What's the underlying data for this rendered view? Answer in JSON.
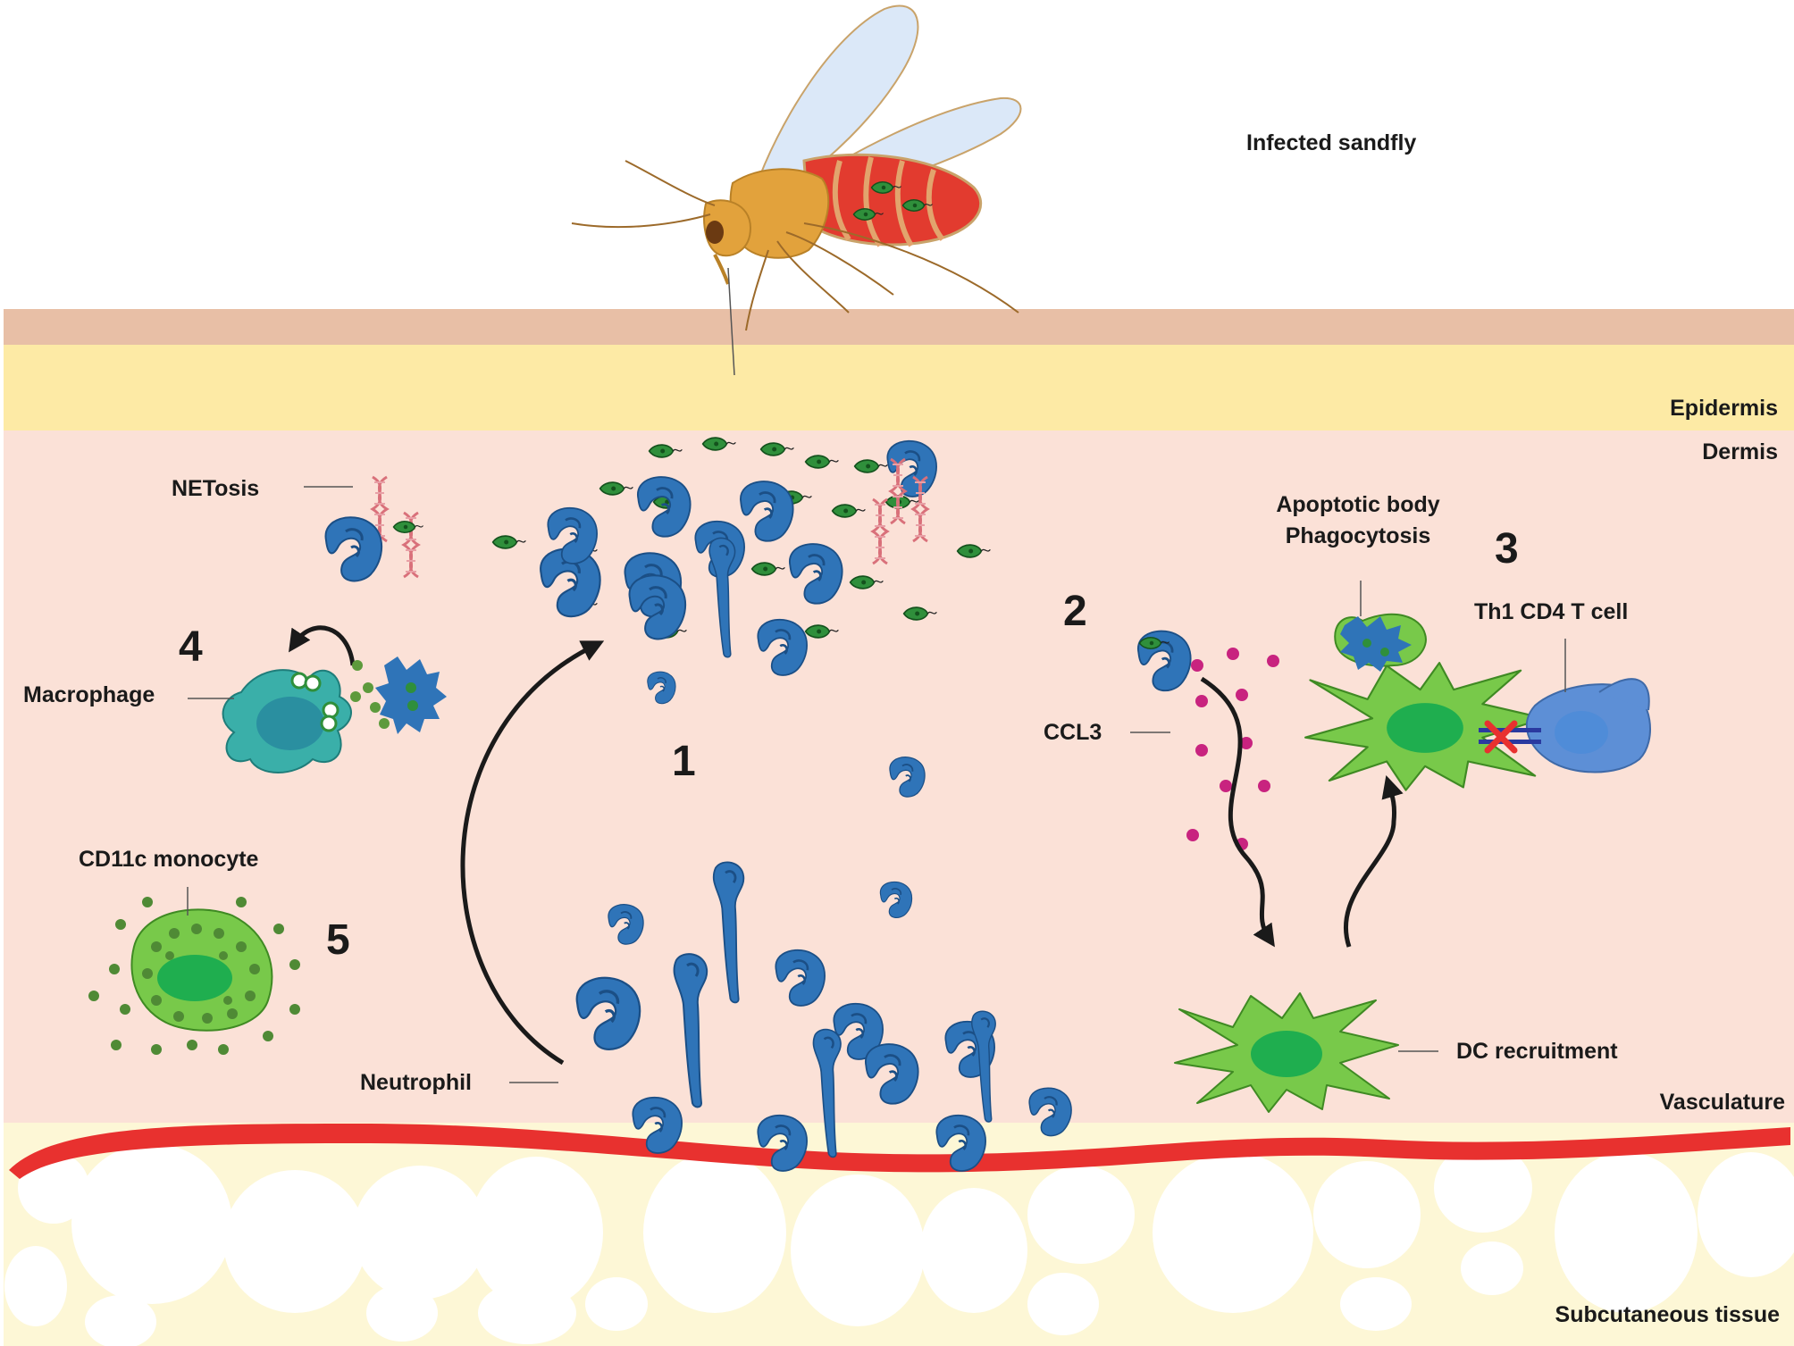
{
  "labels": {
    "sandfly": "Infected sandfly",
    "epidermis": "Epidermis",
    "dermis": "Dermis",
    "vasculature": "Vasculature",
    "subcutaneous": "Subcutaneous tissue",
    "netosis": "NETosis",
    "macrophage": "Macrophage",
    "cd11c": "CD11c monocyte",
    "neutrophil": "Neutrophil",
    "ccl3": "CCL3",
    "apoptotic_line1": "Apoptotic body",
    "apoptotic_line2": "Phagocytosis",
    "th1": "Th1 CD4 T cell",
    "dc": "DC recruitment"
  },
  "steps": [
    "1",
    "2",
    "3",
    "4",
    "5"
  ],
  "colors": {
    "skin_top": "#e8bfa6",
    "epidermis": "#fdeaa5",
    "dermis": "#fbe1d7",
    "subcutaneous": "#fdf7d6",
    "vessel": "#e8312f",
    "neutrophil": "#2f74b8",
    "dc": "#78c94a",
    "macrophage": "#3aafa9",
    "parasite": "#2f8f3b",
    "ccl3": "#c8237f",
    "tcell": "#5d8fd6"
  },
  "icons": [
    "sandfly-icon",
    "neutrophil-icon",
    "dendritic-cell-icon",
    "macrophage-icon",
    "monocyte-icon",
    "t-cell-icon",
    "parasite-icon",
    "dna-net-icon",
    "ccl3-dot-icon",
    "arrow-icon"
  ]
}
